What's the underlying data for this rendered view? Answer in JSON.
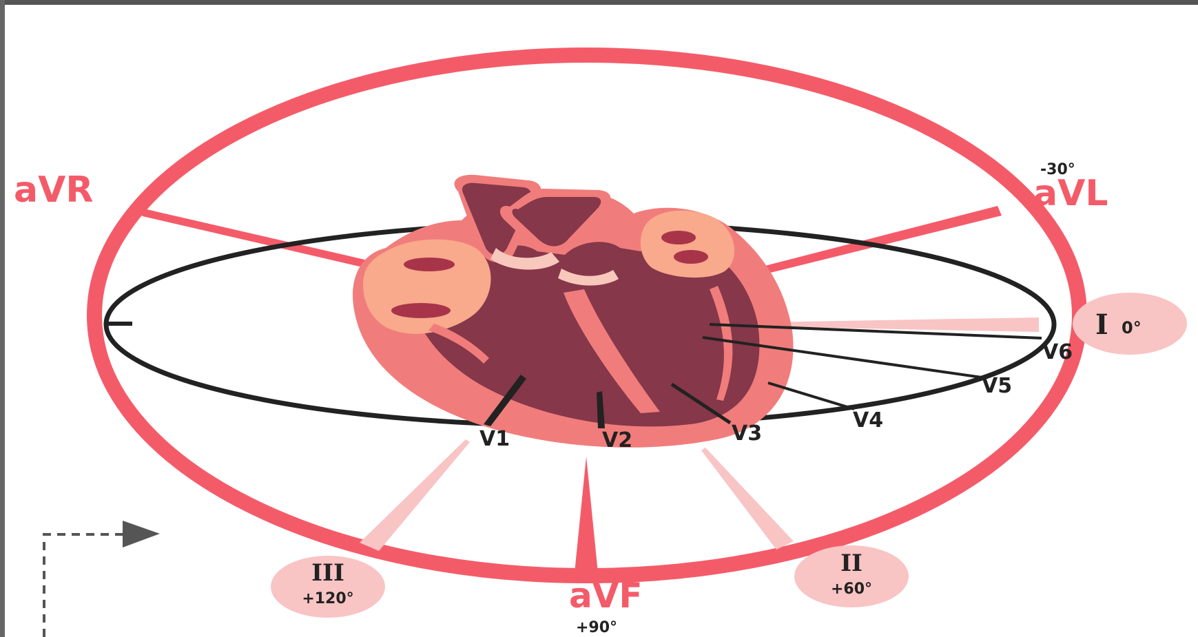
{
  "colors": {
    "frontal_ring": "#f45b69",
    "light_pink": "#f9c4c4",
    "horizontal_ring": "#222222",
    "heart_dark": "#86374a",
    "heart_mid": "#f07d7b",
    "heart_light": "#f9a98c",
    "dark_frame": "#555555"
  },
  "frontal_leads": {
    "avr": "aVR",
    "avl": "aVL",
    "avl_angle": "-30°",
    "avf": "aVF",
    "avf_angle": "+90°",
    "lead_i": "I",
    "lead_i_angle": "0°",
    "lead_ii": "II",
    "lead_ii_angle": "+60°",
    "lead_iii": "III",
    "lead_iii_angle": "+120°"
  },
  "precordial_leads": {
    "v1": "V1",
    "v2": "V2",
    "v3": "V3",
    "v4": "V4",
    "v5": "V5",
    "v6": "V6"
  }
}
